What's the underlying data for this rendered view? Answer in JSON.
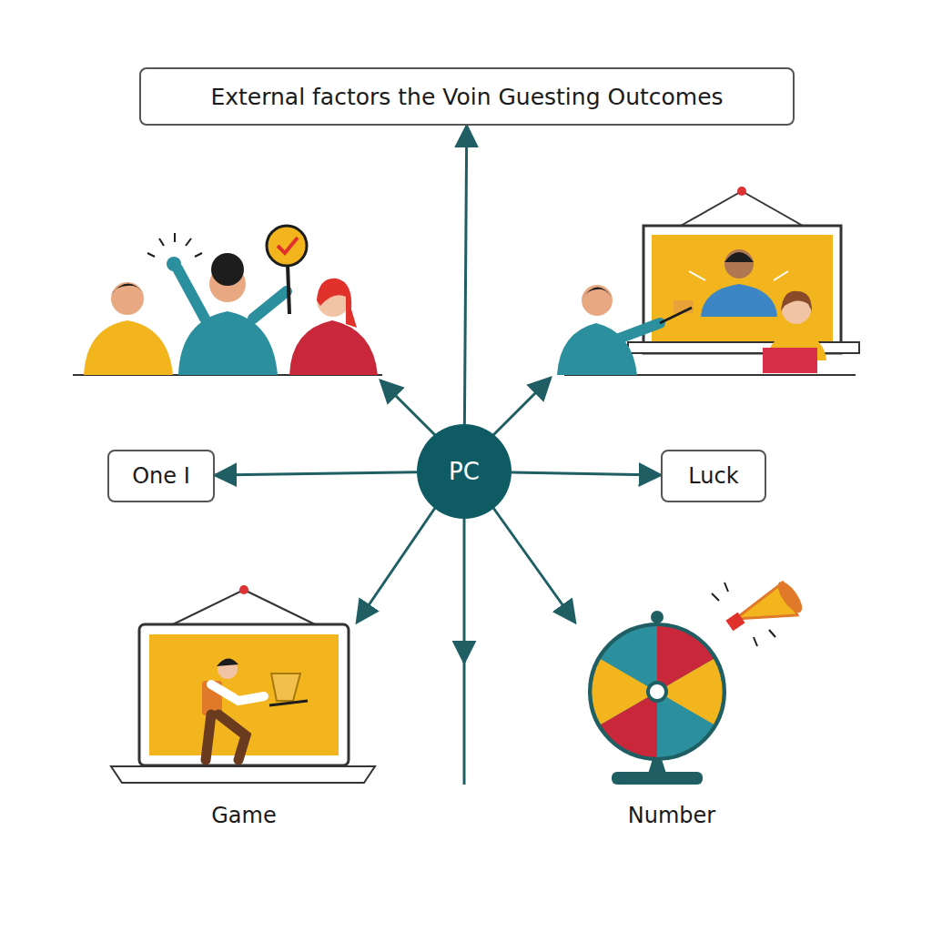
{
  "diagram": {
    "nodes": [
      {
        "text": [
          "External factors the Voin Guesting Outcomes"
        ]
      },
      {
        "text": [
          "PC"
        ]
      },
      {
        "text": [
          "One I"
        ]
      },
      {
        "text": [
          "Luck"
        ]
      }
    ],
    "edges": [
      {
        "from": 1,
        "to": 0,
        "arrow": "to"
      },
      {
        "from": 1,
        "to": 2,
        "arrow": "to"
      },
      {
        "from": 1,
        "to": 3,
        "arrow": "to"
      }
    ],
    "labels": [
      "Game",
      "Number"
    ]
  }
}
